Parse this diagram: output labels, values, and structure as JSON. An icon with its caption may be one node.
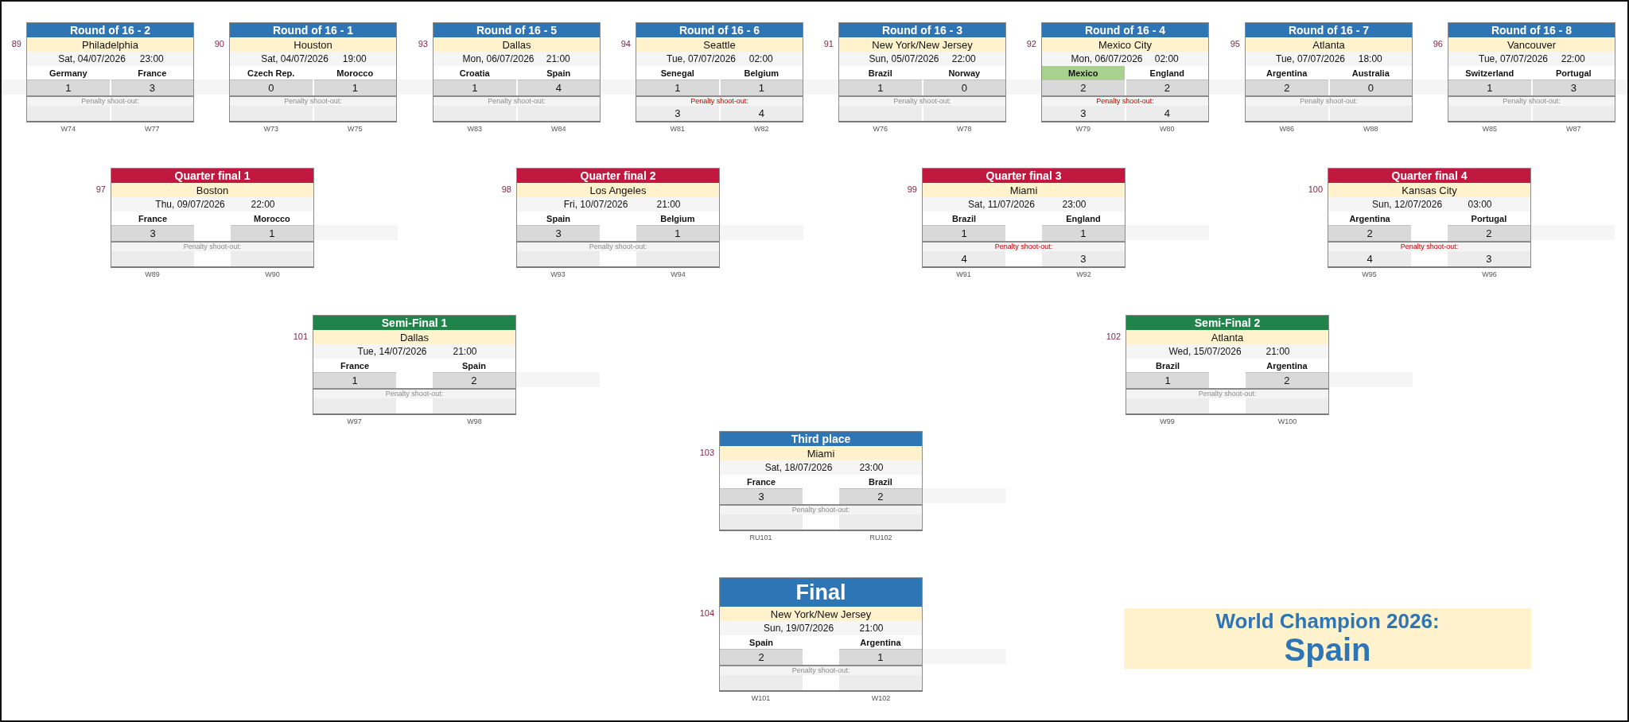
{
  "diagram": {
    "nodes": [
      {
        "text": [
          "Round of 16 - 2",
          "Philadelphia",
          "Sat, 04/07/2026",
          "23:00",
          "Germany",
          "France",
          "1",
          "3",
          "Penalty shoot-out:"
        ],
        "beside": [
          "89",
          "W74",
          "W77"
        ]
      },
      {
        "text": [
          "Round of 16 - 1",
          "Houston",
          "Sat, 04/07/2026",
          "19:00",
          "Czech Rep.",
          "Morocco",
          "0",
          "1",
          "Penalty shoot-out:"
        ],
        "beside": [
          "90",
          "W73",
          "W75"
        ]
      },
      {
        "text": [
          "Round of 16 - 5",
          "Dallas",
          "Mon, 06/07/2026",
          "21:00",
          "Croatia",
          "Spain",
          "1",
          "4",
          "Penalty shoot-out:"
        ],
        "beside": [
          "93",
          "W83",
          "W84"
        ]
      },
      {
        "text": [
          "Round of 16 - 6",
          "Seattle",
          "Tue, 07/07/2026",
          "02:00",
          "Senegal",
          "Belgium",
          "1",
          "1",
          "Penalty shoot-out:",
          "3",
          "4"
        ],
        "beside": [
          "94",
          "W81",
          "W82"
        ]
      },
      {
        "text": [
          "Round of 16 - 3",
          "New York/New Jersey",
          "Sun, 05/07/2026",
          "22:00",
          "Brazil",
          "Norway",
          "1",
          "0",
          "Penalty shoot-out:"
        ],
        "beside": [
          "91",
          "W76",
          "W78"
        ]
      },
      {
        "text": [
          "Round of 16 - 4",
          "Mexico City",
          "Mon, 06/07/2026",
          "02:00",
          "Mexico",
          "England",
          "2",
          "2",
          "Penalty shoot-out:",
          "3",
          "4"
        ],
        "beside": [
          "92",
          "W79",
          "W80"
        ]
      },
      {
        "text": [
          "Round of 16 - 7",
          "Atlanta",
          "Tue, 07/07/2026",
          "18:00",
          "Argentina",
          "Australia",
          "2",
          "0",
          "Penalty shoot-out:"
        ],
        "beside": [
          "95",
          "W86",
          "W88"
        ]
      },
      {
        "text": [
          "Round of 16 - 8",
          "Vancouver",
          "Tue, 07/07/2026",
          "22:00",
          "Switzerland",
          "Portugal",
          "1",
          "3",
          "Penalty shoot-out:"
        ],
        "beside": [
          "96",
          "W85",
          "W87"
        ]
      },
      {
        "text": [
          "Quarter final 1",
          "Boston",
          "Thu, 09/07/2026",
          "22:00",
          "France",
          "Morocco",
          "3",
          "1",
          "Penalty shoot-out:"
        ],
        "beside": [
          "97",
          "W89",
          "W90"
        ]
      },
      {
        "text": [
          "Quarter final 2",
          "Los Angeles",
          "Fri, 10/07/2026",
          "21:00",
          "Spain",
          "Belgium",
          "3",
          "1",
          "Penalty shoot-out:"
        ],
        "beside": [
          "98",
          "W93",
          "W94"
        ]
      },
      {
        "text": [
          "Quarter final 3",
          "Miami",
          "Sat, 11/07/2026",
          "23:00",
          "Brazil",
          "England",
          "1",
          "1",
          "Penalty shoot-out:",
          "4",
          "3"
        ],
        "beside": [
          "99",
          "W91",
          "W92"
        ]
      },
      {
        "text": [
          "Quarter final 4",
          "Kansas City",
          "Sun, 12/07/2026",
          "03:00",
          "Argentina",
          "Portugal",
          "2",
          "2",
          "Penalty shoot-out:",
          "4",
          "3"
        ],
        "beside": [
          "100",
          "W95",
          "W96"
        ]
      },
      {
        "text": [
          "Semi-Final 1",
          "Dallas",
          "Tue, 14/07/2026",
          "21:00",
          "France",
          "Spain",
          "1",
          "2",
          "Penalty shoot-out:"
        ],
        "beside": [
          "101",
          "W97",
          "W98"
        ]
      },
      {
        "text": [
          "Semi-Final 2",
          "Atlanta",
          "Wed, 15/07/2026",
          "21:00",
          "Brazil",
          "Argentina",
          "1",
          "2",
          "Penalty shoot-out:"
        ],
        "beside": [
          "102",
          "W99",
          "W100"
        ]
      },
      {
        "text": [
          "Third place",
          "Miami",
          "Sat, 18/07/2026",
          "23:00",
          "France",
          "Brazil",
          "3",
          "2",
          "Penalty shoot-out:"
        ],
        "beside": [
          "103",
          "RU101",
          "RU102"
        ]
      },
      {
        "text": [
          "Final",
          "New York/New Jersey",
          "Sun, 19/07/2026",
          "21:00",
          "Spain",
          "Argentina",
          "2",
          "1",
          "Penalty shoot-out:"
        ],
        "beside": [
          "104",
          "W101",
          "W102"
        ]
      },
      {
        "text": [
          "World Champion 2026:",
          "Spain"
        ]
      }
    ]
  }
}
